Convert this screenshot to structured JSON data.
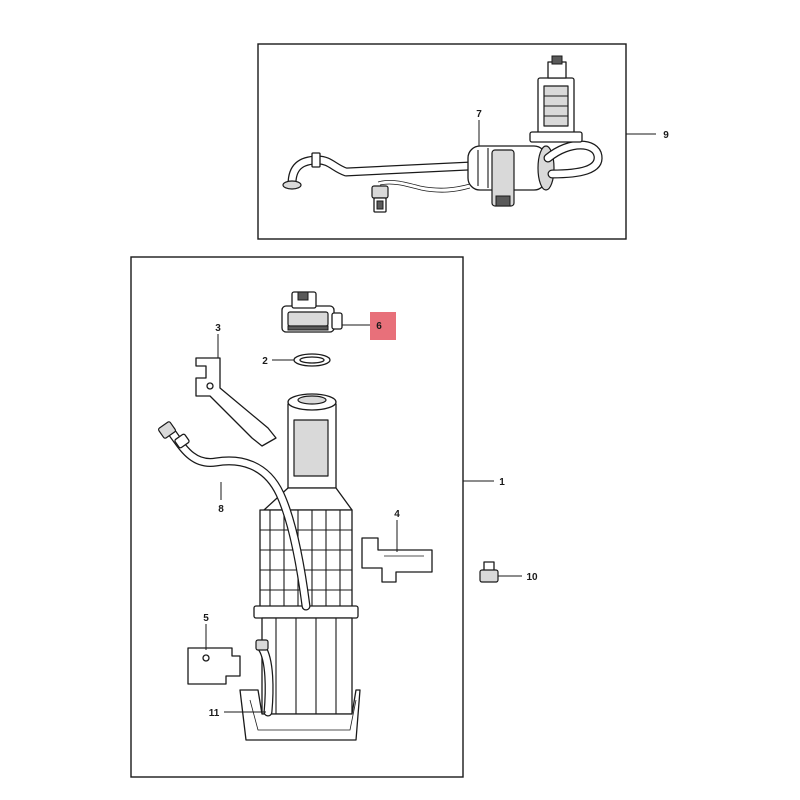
{
  "callouts": {
    "c1": "1",
    "c2": "2",
    "c3": "3",
    "c4": "4",
    "c5": "5",
    "c6": "6",
    "c7": "7",
    "c8": "8",
    "c9": "9",
    "c10": "10",
    "c11": "11"
  },
  "colors": {
    "line": "#1a1a1a",
    "highlight": "#e8707a",
    "panel_background": "#ffffff"
  },
  "highlighted_callout": "6"
}
